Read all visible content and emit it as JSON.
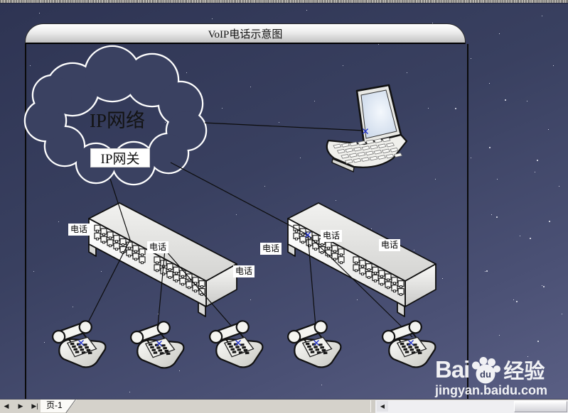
{
  "titlebar": {
    "title": "VoIP电话示意图"
  },
  "diagram": {
    "cloud_label": "IP网络",
    "gateway_label": "IP网关",
    "phone_port_label": "电话"
  },
  "statusbar": {
    "prev_glyph": "◀",
    "next_glyph": "▶",
    "last_glyph": "▶|",
    "page_tab_label": "页-1",
    "scroll_left_glyph": "◀"
  },
  "watermark": {
    "brand_prefix": "Bai",
    "brand_du": "du",
    "brand_cn": "经验",
    "url": "jingyan.baidu.com"
  }
}
